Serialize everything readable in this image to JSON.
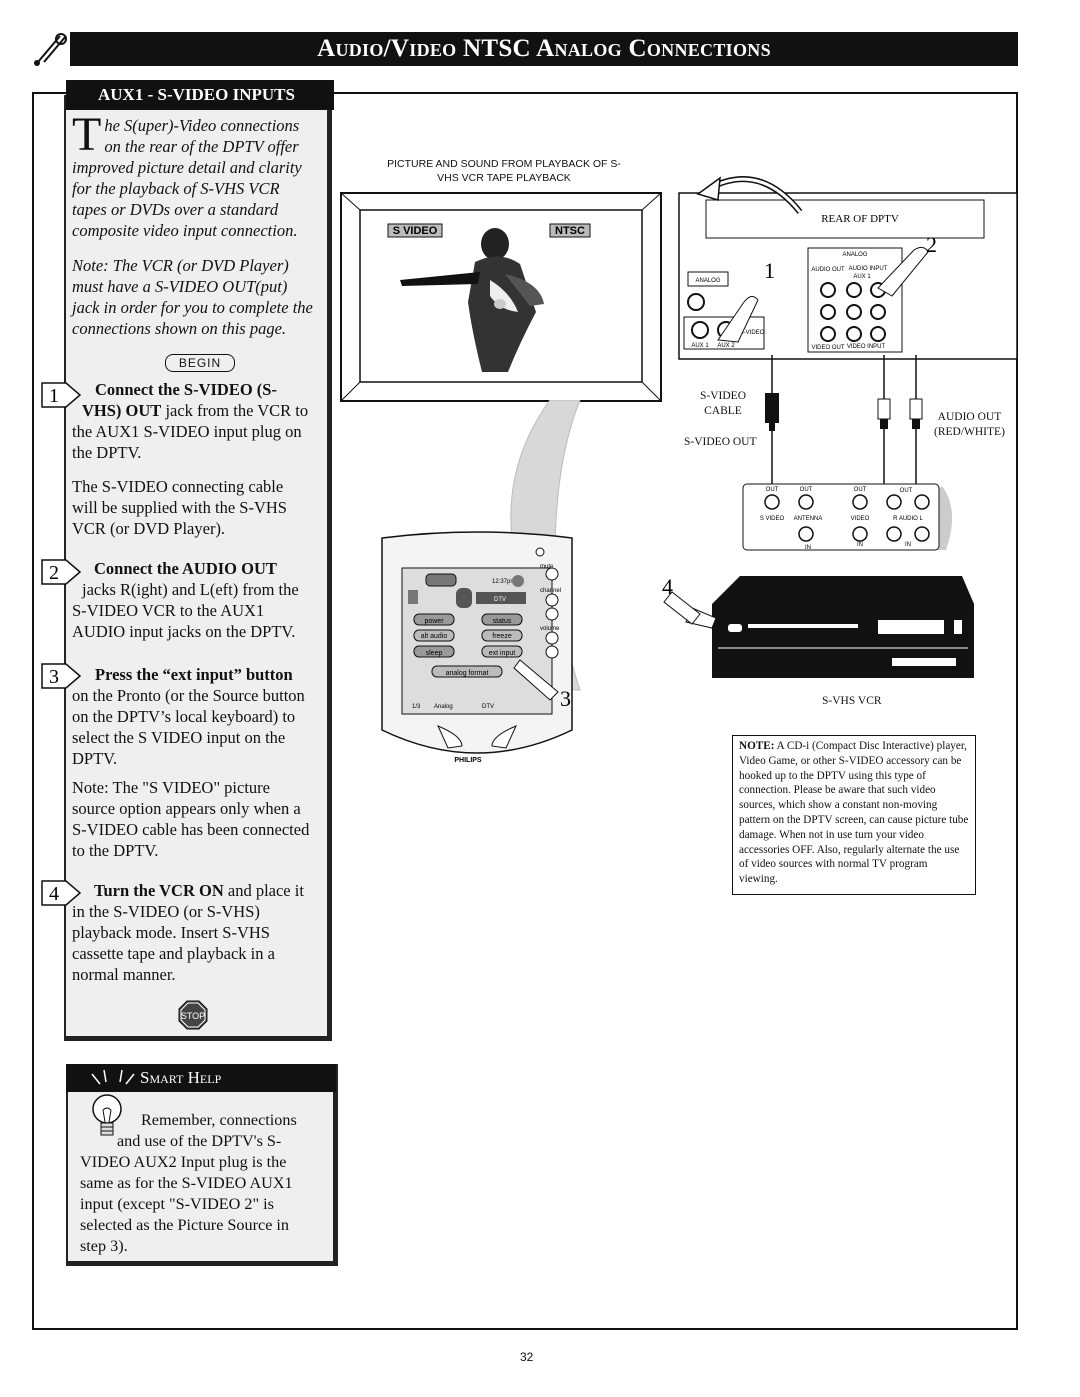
{
  "header": {
    "title": "Audio/Video NTSC Analog Connections"
  },
  "panel": {
    "tab_title": "AUX1 - S-VIDEO INPUTS",
    "intro_dropcap": "T",
    "intro_lines": [
      "he S(uper)-Video connections",
      "on the rear of the DPTV offer",
      "improved picture detail and clarity",
      "for the playback of S-VHS VCR",
      "tapes or DVDs over a standard",
      "composite video input connection."
    ],
    "note_lines": [
      "Note: The VCR (or DVD Player)",
      "must have a S-VIDEO OUT(put)",
      "jack in order for you to complete the",
      "connections shown on this page."
    ],
    "begin_label": "BEGIN",
    "steps": [
      {
        "num": "1",
        "bold": "Connect the S-VIDEO (S-",
        "bold2": "VHS) OUT",
        "rest2": " jack from the VCR to",
        "lines": [
          "the AUX1 S-VIDEO input plug on",
          "the DPTV."
        ]
      },
      {
        "num": "2",
        "bold": "Connect the AUDIO OUT",
        "lines": [
          "jacks R(ight) and L(eft) from the",
          "S-VIDEO VCR to the AUX1",
          "AUDIO input jacks on the DPTV."
        ]
      },
      {
        "num": "3",
        "bold": "Press the “ext input” button",
        "lines": [
          "on the Pronto (or the Source button",
          "on the DPTV’s local keyboard) to",
          "select the S VIDEO input on the",
          "DPTV."
        ]
      },
      {
        "num": "4",
        "bold": "Turn the VCR ON",
        "rest": " and place it",
        "lines": [
          "in the S-VIDEO (or S-VHS)",
          "playback mode. Insert S-VHS",
          "cassette tape and playback in a",
          "normal manner."
        ]
      }
    ],
    "step1_extra": [
      "The S-VIDEO connecting cable",
      "will be supplied with the S-VHS",
      "VCR (or DVD Player)."
    ],
    "step3_extra": [
      "Note: The \"S VIDEO\" picture",
      "source option appears only when a",
      "S-VIDEO cable has been connected",
      "to the DPTV."
    ],
    "stop_label": "STOP"
  },
  "smart_help": {
    "title": "Smart Help",
    "lines": [
      "Remember, connections",
      "and use of the DPTV's S-",
      "VIDEO AUX2  Input plug is the",
      "same as for the S-VIDEO AUX1",
      "input (except \"S-VIDEO 2\" is",
      "selected as the Picture Source in",
      "step 3)."
    ]
  },
  "diagram": {
    "picture_caption": [
      "PICTURE AND SOUND FROM PLAYBACK OF S-",
      "VHS VCR TAPE PLAYBACK"
    ],
    "tv_label_left": "S VIDEO",
    "tv_label_right": "NTSC",
    "rear_label": "REAR OF DPTV",
    "callout_1": "1",
    "callout_2": "2",
    "callout_3": "3",
    "callout_4": "4",
    "panel_analog": "ANALOG",
    "panel_audio_out": "AUDIO OUT",
    "panel_audio_input": "AUDIO INPUT",
    "panel_aux1": "AUX 1",
    "panel_aux2": "AUX 2",
    "panel_video_out": "VIDEO OUT",
    "panel_video_input": "VIDEO INPUT",
    "panel_svideo": "S-VIDEO",
    "panel_analog_left": "ANALOG",
    "svideo_cable": [
      "S-VIDEO",
      "CABLE"
    ],
    "svideo_out": "S-VIDEO OUT",
    "audio_out": [
      "AUDIO OUT",
      "(RED/WHITE)"
    ],
    "vcr_jacks": {
      "out": "OUT",
      "svideo": "S VIDEO",
      "antenna": "ANTENNA",
      "video": "VIDEO",
      "audio": "R  AUDIO  L",
      "in": "IN"
    },
    "vcr_label": "S-VHS VCR",
    "remote": {
      "time": "12:37pm",
      "dtv": "DTV",
      "power": "power",
      "status": "status",
      "alt_audio": "alt audio",
      "freeze": "freeze",
      "sleep": "sleep",
      "ext_input": "ext input",
      "analog_format": "analog format",
      "page": "1/3",
      "analog": "Analog",
      "dtv2": "DTV",
      "mute": "mute",
      "channel": "channel",
      "volume": "volume",
      "brand": "PHILIPS"
    }
  },
  "note": {
    "label": "NOTE:",
    "text": " A CD-i (Compact Disc Interactive) player, Video Game, or other S-VIDEO accessory can be hooked up to the DPTV using this type of connection. Please be aware that such video sources, which show a constant non-moving pattern on the DPTV screen, can cause picture tube damage. When not in use turn your video accessories OFF. Also, regularly alternate the use of video sources with normal TV program viewing."
  },
  "page_number": "32"
}
